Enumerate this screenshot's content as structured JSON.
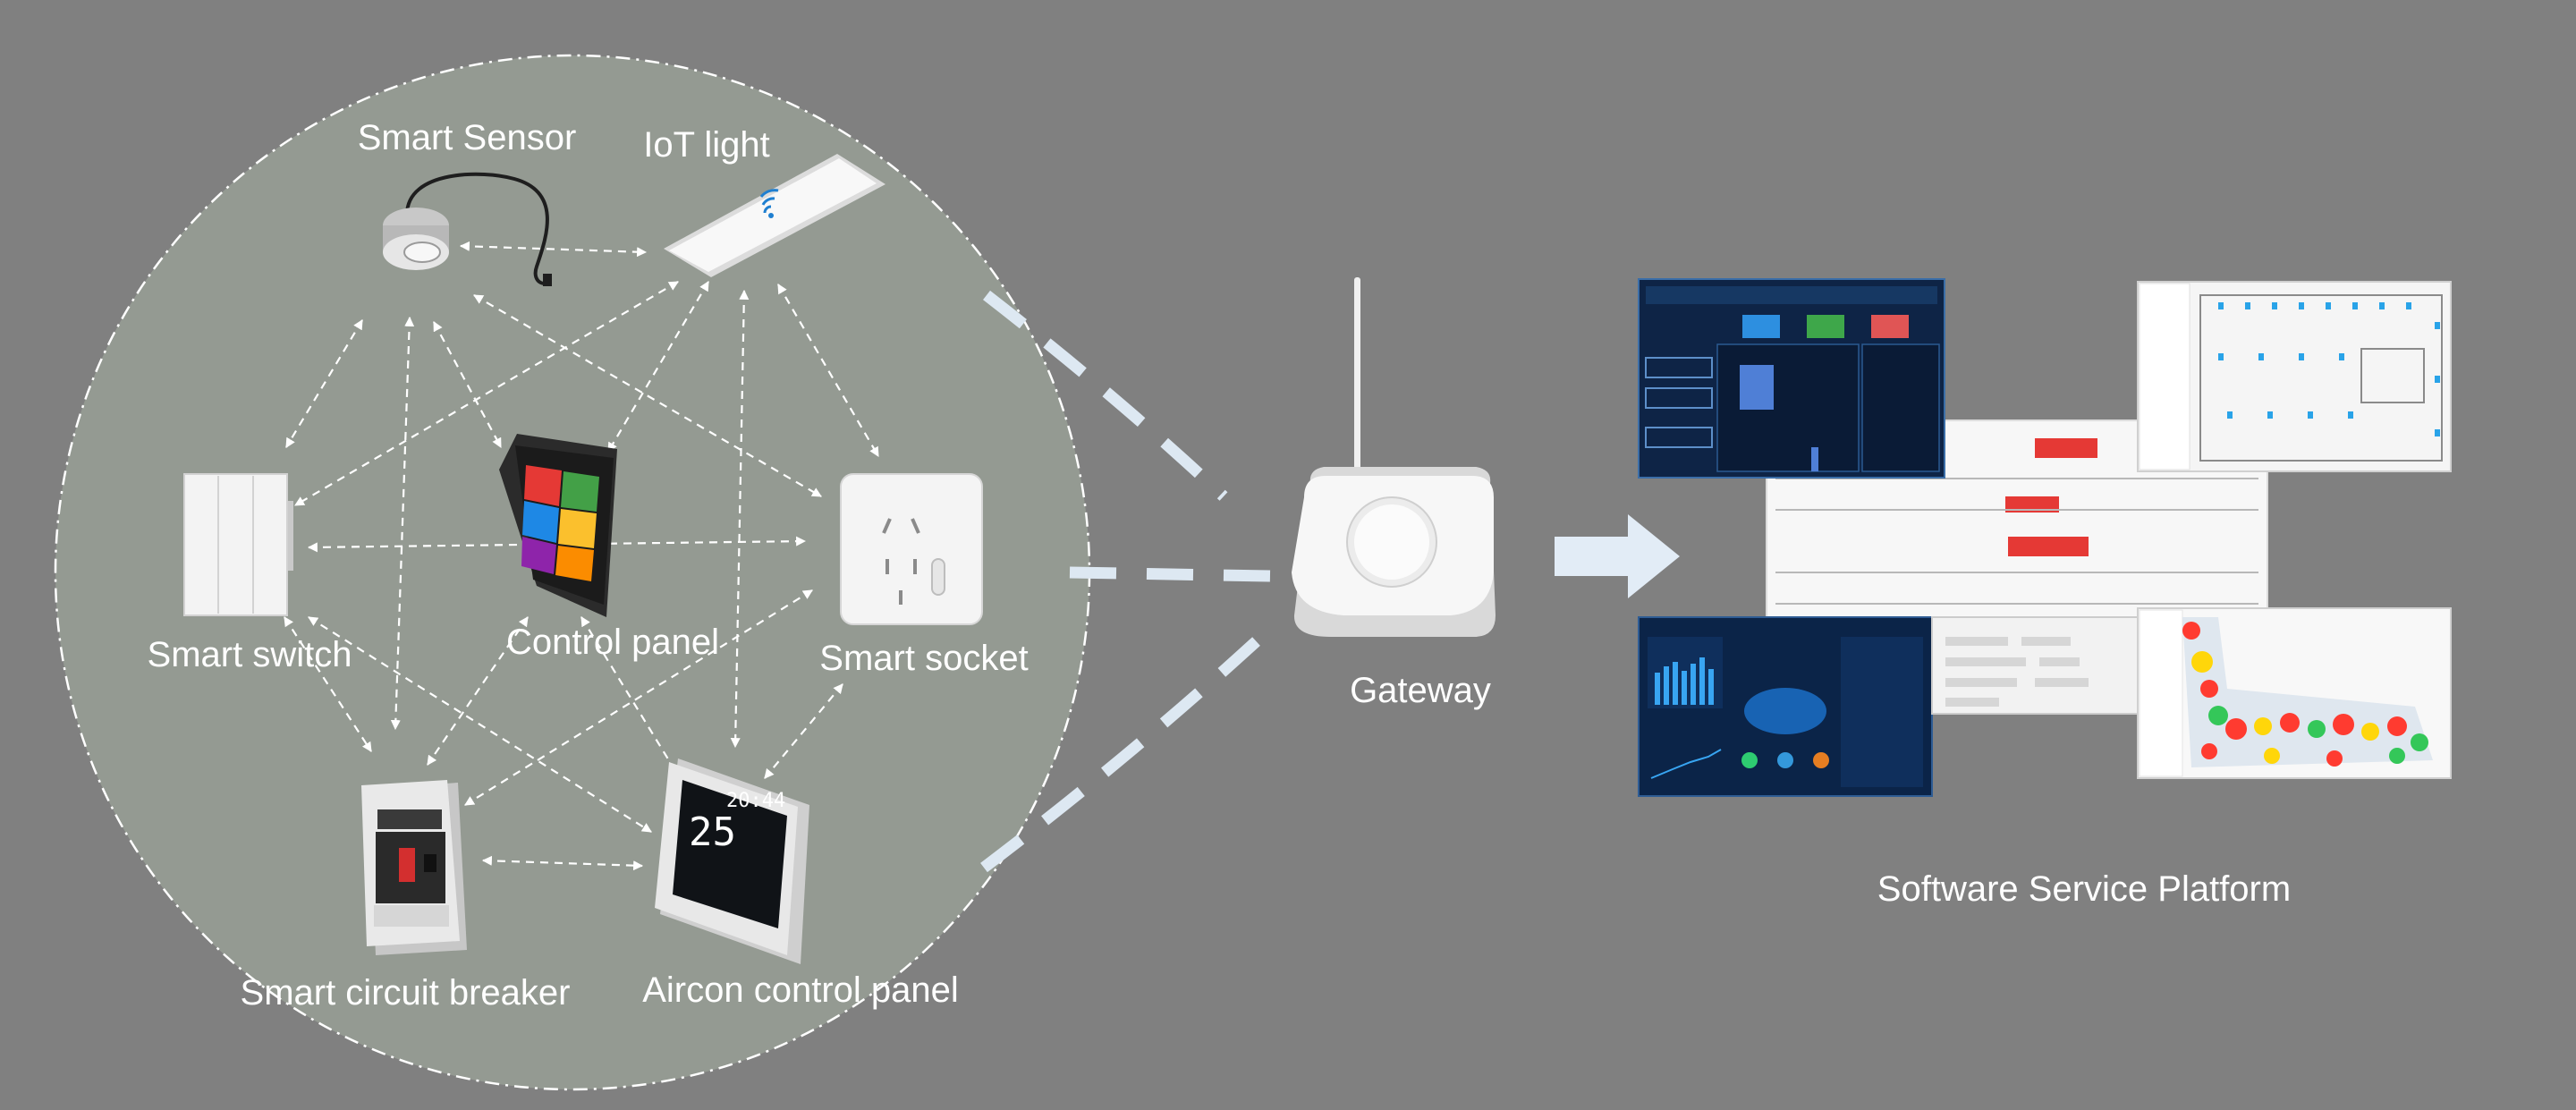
{
  "labels": {
    "smart_sensor": "Smart Sensor",
    "iot_light": "IoT light",
    "smart_switch": "Smart switch",
    "control_panel": "Control panel",
    "smart_socket": "Smart socket",
    "smart_circuit_breaker": "Smart circuit breaker",
    "aircon_control_panel": "Aircon control panel",
    "gateway": "Gateway",
    "software_platform": "Software Service Platform"
  },
  "aircon_display": {
    "temperature": "25",
    "time": "20:44"
  },
  "colors": {
    "background": "#808080",
    "mesh_circle": "#949a92",
    "link_dashes": "#dde8f2",
    "arrow": "#e2ecf6",
    "label": "#ffffff"
  }
}
